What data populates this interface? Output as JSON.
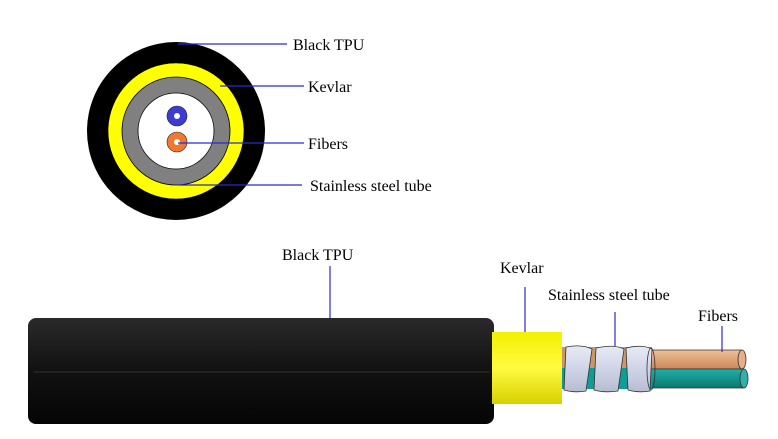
{
  "cross_section": {
    "labels": {
      "black_tpu": "Black TPU",
      "kevlar": "Kevlar",
      "fibers": "Fibers",
      "steel_tube": "Stainless steel tube"
    }
  },
  "side_view": {
    "labels": {
      "black_tpu": "Black TPU",
      "kevlar": "Kevlar",
      "steel_tube": "Stainless steel tube",
      "fibers": "Fibers"
    }
  },
  "colors": {
    "tpu": "#000000",
    "kevlar": "#ffff00",
    "tube": "#808080",
    "fiber_blue": "#3c3cd2",
    "fiber_orange": "#f07830",
    "fiber_tan": "#e0a878",
    "fiber_teal": "#109c94",
    "leader": "#2b2bd0"
  }
}
